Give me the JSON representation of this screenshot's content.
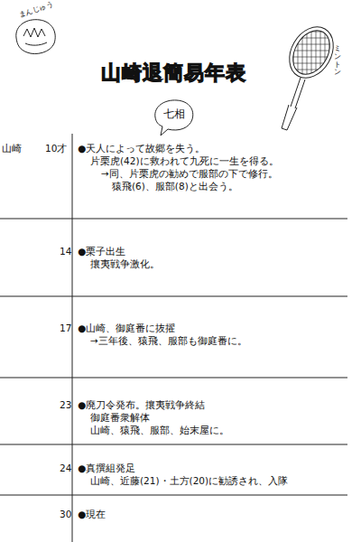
{
  "diagram": {
    "title": "山崎退簡易年表",
    "labels": [
      "まんじゅう",
      "ミントン",
      "七相",
      "山崎",
      "10才",
      "●天人によって故郷を失う。",
      "片栗虎(42)に救われて九死に一生を得る。",
      "→同、片栗虎の勧めで服部の下で修行。",
      "猿飛(6)、服部(8)と出会う。",
      "14",
      "●栗子出生",
      "攘夷戦争激化。",
      "17",
      "●山崎、御庭番に抜擢",
      "→三年後、猿飛、服部も御庭番に。",
      "23",
      "●廃刀令発布。攘夷戦争終結",
      "御庭番衆解体",
      "山崎、猿飛、服部、始末屋に。",
      "24",
      "●真撰組発足",
      "山崎、近藤(21)・土方(20)に勧誘され、入隊",
      "30",
      "●現在"
    ]
  }
}
